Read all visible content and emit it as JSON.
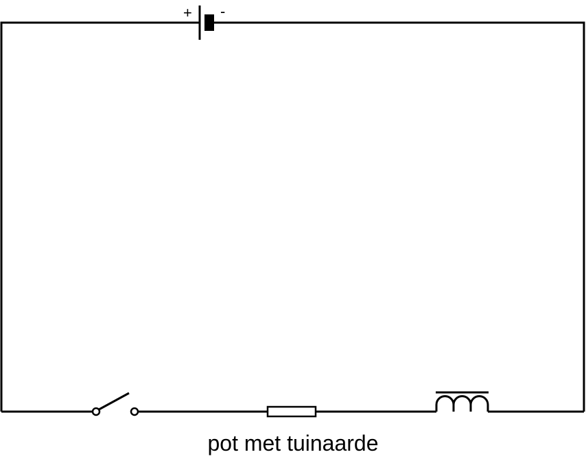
{
  "diagram": {
    "type": "electrical-circuit",
    "caption": "pot met tuinaarde",
    "colors": {
      "wire": "#000000",
      "background": "#ffffff"
    },
    "components": [
      {
        "id": "battery",
        "kind": "cell",
        "position": "top-wire",
        "polarity": {
          "plus": "+",
          "minus": "-"
        }
      },
      {
        "id": "switch",
        "kind": "switch",
        "state": "open",
        "position": "bottom-wire-left"
      },
      {
        "id": "resistor",
        "kind": "resistor",
        "position": "bottom-wire-center"
      },
      {
        "id": "inductor",
        "kind": "coil-with-core",
        "turns": 3,
        "position": "bottom-wire-right"
      }
    ]
  }
}
